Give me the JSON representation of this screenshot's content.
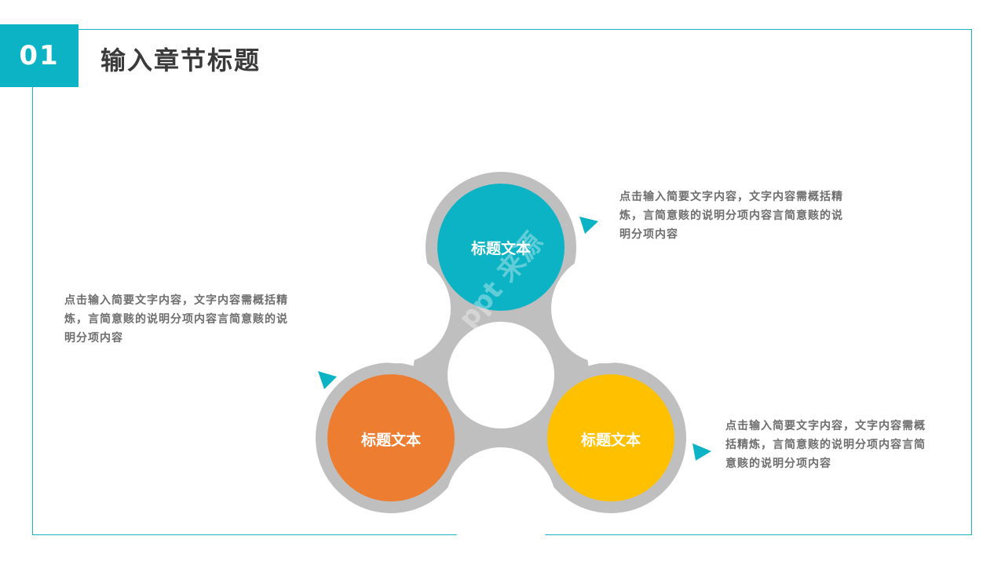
{
  "header": {
    "number": "01",
    "title": "输入章节标题"
  },
  "colors": {
    "accent": "#0bb3c4",
    "frame": "#1ab3c4",
    "connector": "#bfbfbf",
    "node_top": "#0bb3c4",
    "node_left": "#ed7d31",
    "node_right": "#ffc000",
    "title_text": "#3a3a3a",
    "body_text": "#6e6e6e"
  },
  "nodes": {
    "top": {
      "label": "标题文本"
    },
    "left": {
      "label": "标题文本"
    },
    "right": {
      "label": "标题文本"
    }
  },
  "descriptions": {
    "top": [
      "点击输入简要文字内容，文字内容需概括精",
      "炼，言简意赅的说明分项内容言简意赅的说",
      "明分项内容"
    ],
    "left": [
      "点击输入简要文字内容，文字内容需概括精",
      "炼，言简意赅的说明分项内容言简意赅的说",
      "明分项内容"
    ],
    "right": [
      "点击输入简要文字内容，文字内容需概",
      "括精炼，言简意赅的说明分项内容言简",
      "意赅的说明分项内容"
    ]
  },
  "watermark": "ppt 来源"
}
